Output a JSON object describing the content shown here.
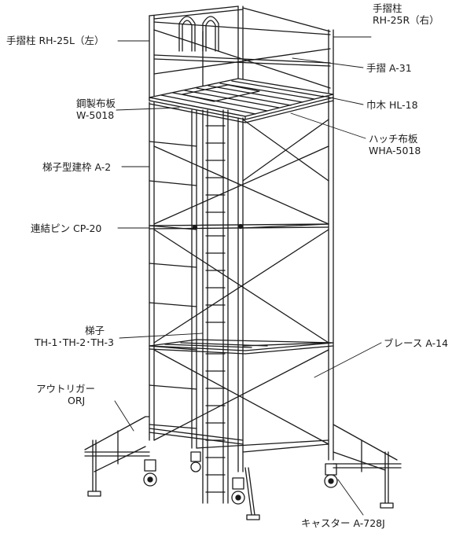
{
  "labels": {
    "handrail_post_left": "手摺柱 RH-25L（左）",
    "handrail_post_right_1": "手摺柱",
    "handrail_post_right_2": "RH-25R（右）",
    "handrail": "手摺 A-31",
    "steel_plank_1": "鋼製布板",
    "steel_plank_2": "W-5018",
    "toe_board": "巾木 HL-18",
    "hatch_plank_1": "ハッチ布板",
    "hatch_plank_2": "WHA-5018",
    "ladder_frame": "梯子型建枠 A-2",
    "connecting_pin": "連結ピン CP-20",
    "ladder_1": "梯子",
    "ladder_2": "TH-1･TH-2･TH-3",
    "brace": "ブレース A-14",
    "outrigger_1": "アウトリガー",
    "outrigger_2": "ORJ",
    "caster": "キャスター A-728J"
  },
  "colors": {
    "line": "#1a1a1a",
    "background": "#ffffff"
  }
}
